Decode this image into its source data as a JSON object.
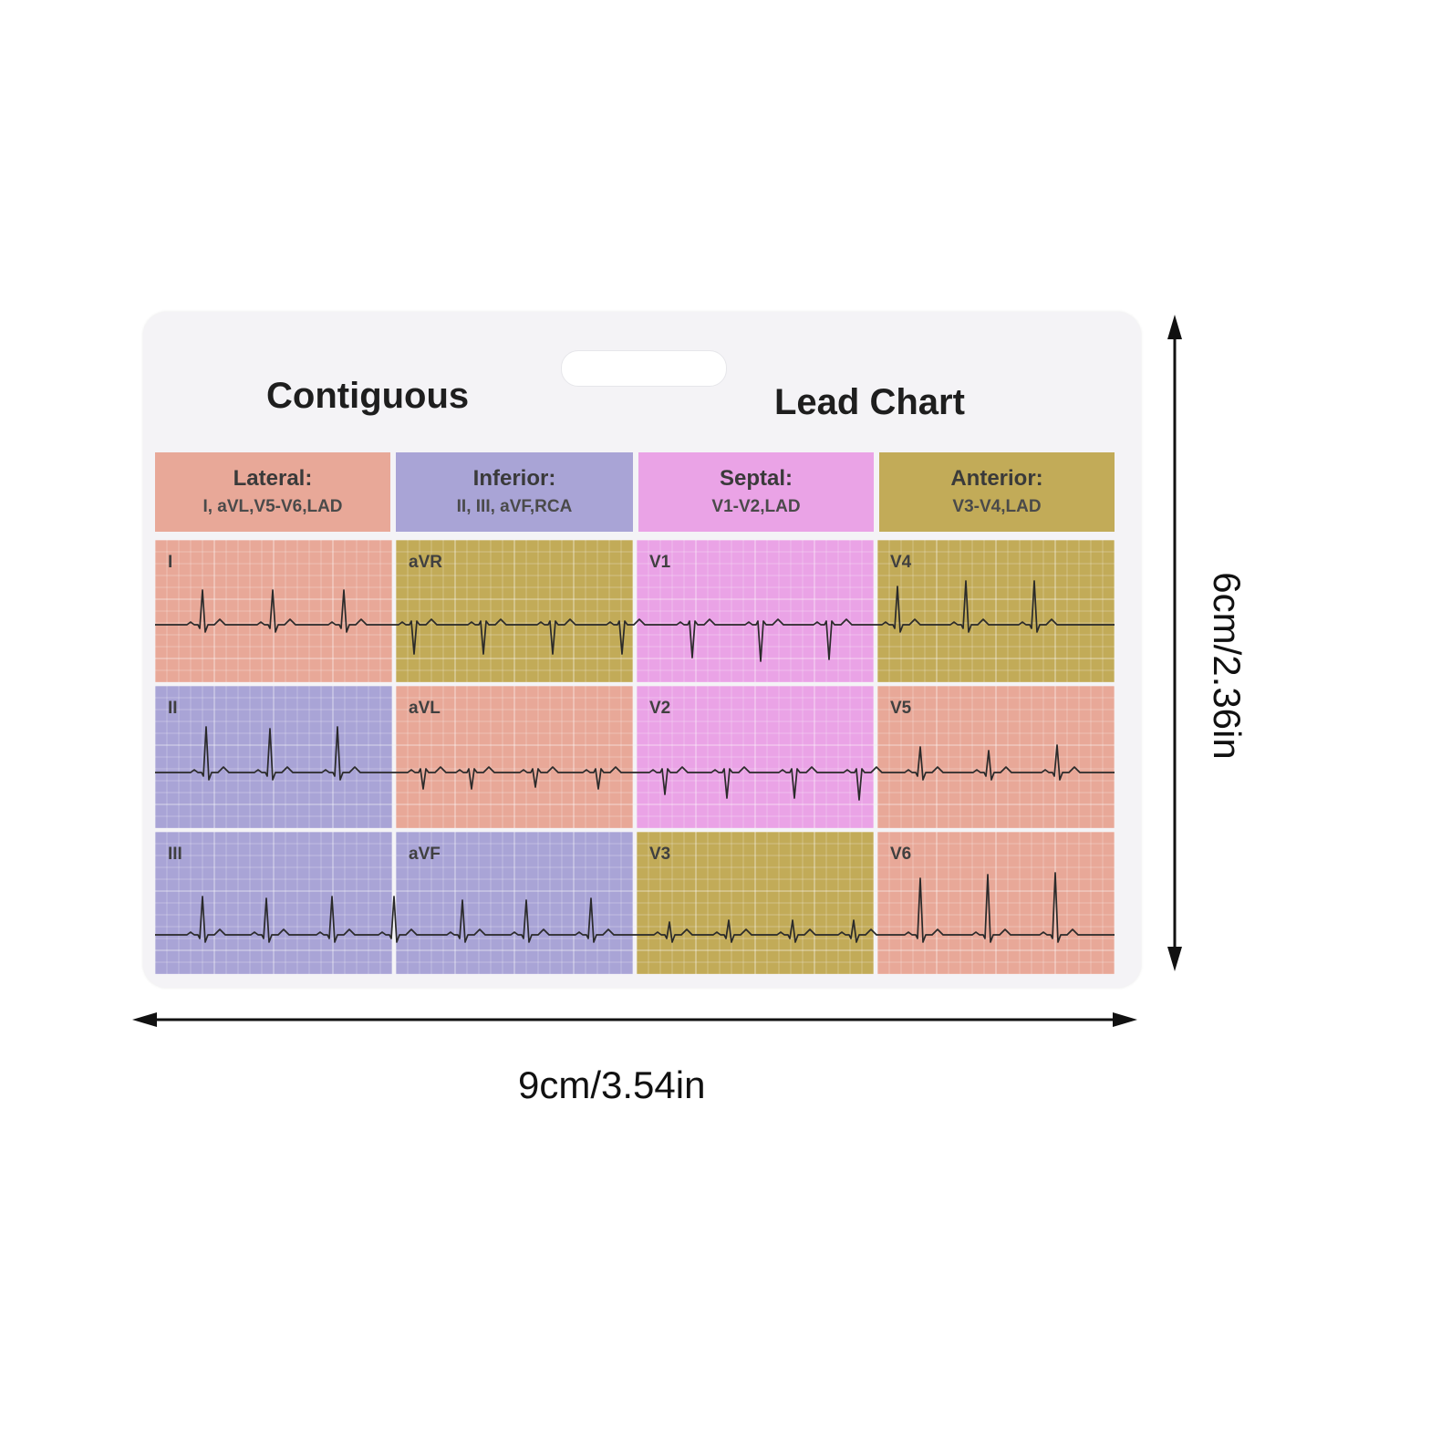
{
  "title_left": "Contiguous",
  "title_right": "Lead Chart",
  "colors": {
    "lateral": "#e8a898",
    "inferior": "#a9a4d6",
    "septal": "#eaa3e6",
    "anterior": "#c2ab58"
  },
  "regions": [
    {
      "name": "Lateral:",
      "leads": "I, aVL,V5-V6,LAD",
      "color_key": "lateral"
    },
    {
      "name": "Inferior:",
      "leads": "II, III, aVF,RCA",
      "color_key": "inferior"
    },
    {
      "name": "Septal:",
      "leads": "V1-V2,LAD",
      "color_key": "septal"
    },
    {
      "name": "Anterior:",
      "leads": "V3-V4,LAD",
      "color_key": "anterior"
    }
  ],
  "leads": [
    [
      {
        "label": "I",
        "color_key": "lateral"
      },
      {
        "label": "aVR",
        "color_key": "anterior"
      },
      {
        "label": "V1",
        "color_key": "septal"
      },
      {
        "label": "V4",
        "color_key": "anterior"
      }
    ],
    [
      {
        "label": "II",
        "color_key": "inferior"
      },
      {
        "label": "aVL",
        "color_key": "lateral"
      },
      {
        "label": "V2",
        "color_key": "septal"
      },
      {
        "label": "V5",
        "color_key": "lateral"
      }
    ],
    [
      {
        "label": "III",
        "color_key": "inferior"
      },
      {
        "label": "aVF",
        "color_key": "inferior"
      },
      {
        "label": "V3",
        "color_key": "anterior"
      },
      {
        "label": "V6",
        "color_key": "lateral"
      }
    ]
  ],
  "dimensions": {
    "width": "9cm/3.54in",
    "height": "6cm/2.36in"
  }
}
